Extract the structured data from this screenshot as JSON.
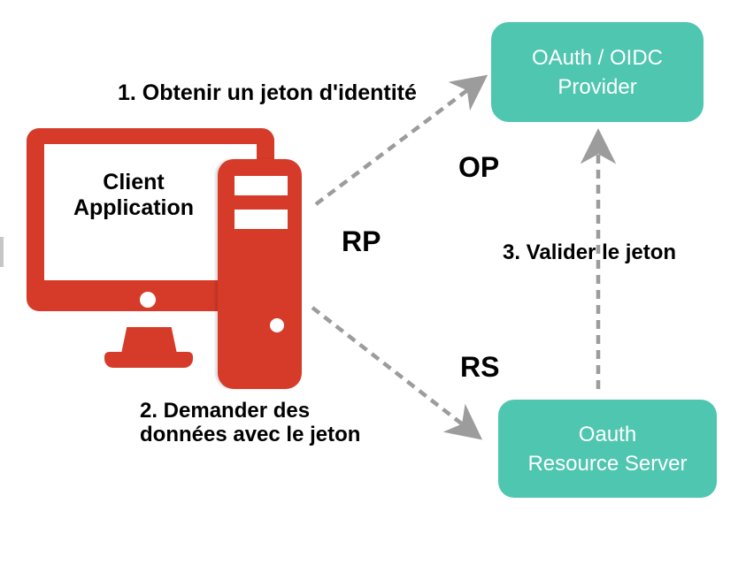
{
  "nodes": {
    "client": {
      "line1": "Client",
      "line2": "Application"
    },
    "provider": {
      "line1": "OAuth / OIDC",
      "line2": "Provider"
    },
    "resource": {
      "line1": "Oauth",
      "line2": "Resource Server"
    }
  },
  "roles": {
    "op": "OP",
    "rp": "RP",
    "rs": "RS"
  },
  "steps": {
    "step1": {
      "label": "1. Obtenir un jeton d'identité"
    },
    "step2": {
      "line1": "2. Demander des",
      "line2": "données avec le jeton"
    },
    "step3": {
      "label": "3. Valider le jeton"
    }
  },
  "icons": {
    "client": "desktop-computer-icon"
  },
  "colors": {
    "client_red": "#d63b2a",
    "box_teal": "#4fc6b0",
    "arrow_gray": "#9c9c9c",
    "label_black": "#000000"
  }
}
